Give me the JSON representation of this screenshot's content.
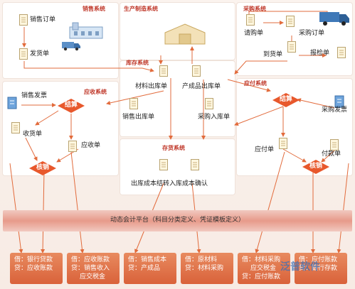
{
  "colors": {
    "arrow": "#e26b3c",
    "diamond": "#e8582c",
    "title": "#c0392b",
    "account": "#d9623a"
  },
  "sections": {
    "sales": {
      "title": "销售系统",
      "sales_order": "销售订单",
      "shipping_doc": "发货单"
    },
    "production": {
      "title": "生产制造系统"
    },
    "purchase": {
      "title": "采购系统",
      "requisition": "请购单",
      "purchase_order": "采购订单",
      "arrival": "到货单",
      "inspection": "报检单"
    },
    "inventory": {
      "title": "库存系统",
      "outbound": "材料出库单",
      "finished_inbound": "产成品出库单",
      "sales_outbound": "销售出库单",
      "purchase_inbound": "采购入库单"
    },
    "receivable": {
      "title": "应收系统",
      "sales_invoice": "销售发票",
      "settle": "结算",
      "receipt": "收货单",
      "receivable_doc": "应收单",
      "verify": "核销"
    },
    "payable": {
      "title": "应付系统",
      "settle": "结算",
      "purchase_invoice": "采购发票",
      "payable_doc": "应付单",
      "payment": "付款单",
      "verify": "核销"
    },
    "stock": {
      "title": "存货系统",
      "cost_transfer": "出库成本结转入库成本确认"
    }
  },
  "platform": {
    "label": "动态会计平台（科目分类定义、凭证模板定义）"
  },
  "accounts": [
    {
      "line1": "借：银行贷款",
      "line2": "贷：应收账款",
      "line3": ""
    },
    {
      "line1": "借：应收账款",
      "line2": "贷：销售收入",
      "line3": "应交税金"
    },
    {
      "line1": "借：销售成本",
      "line2": "贷：产成品",
      "line3": ""
    },
    {
      "line1": "借：原材料",
      "line2": "贷：材料采购",
      "line3": ""
    },
    {
      "line1": "借：材料采购",
      "line2": "应交税金",
      "line3": "贷：应付账款"
    },
    {
      "line1": "借：应付账款",
      "line2": "贷：银行存款",
      "line3": ""
    }
  ],
  "watermark": {
    "text": "泛普软件"
  }
}
